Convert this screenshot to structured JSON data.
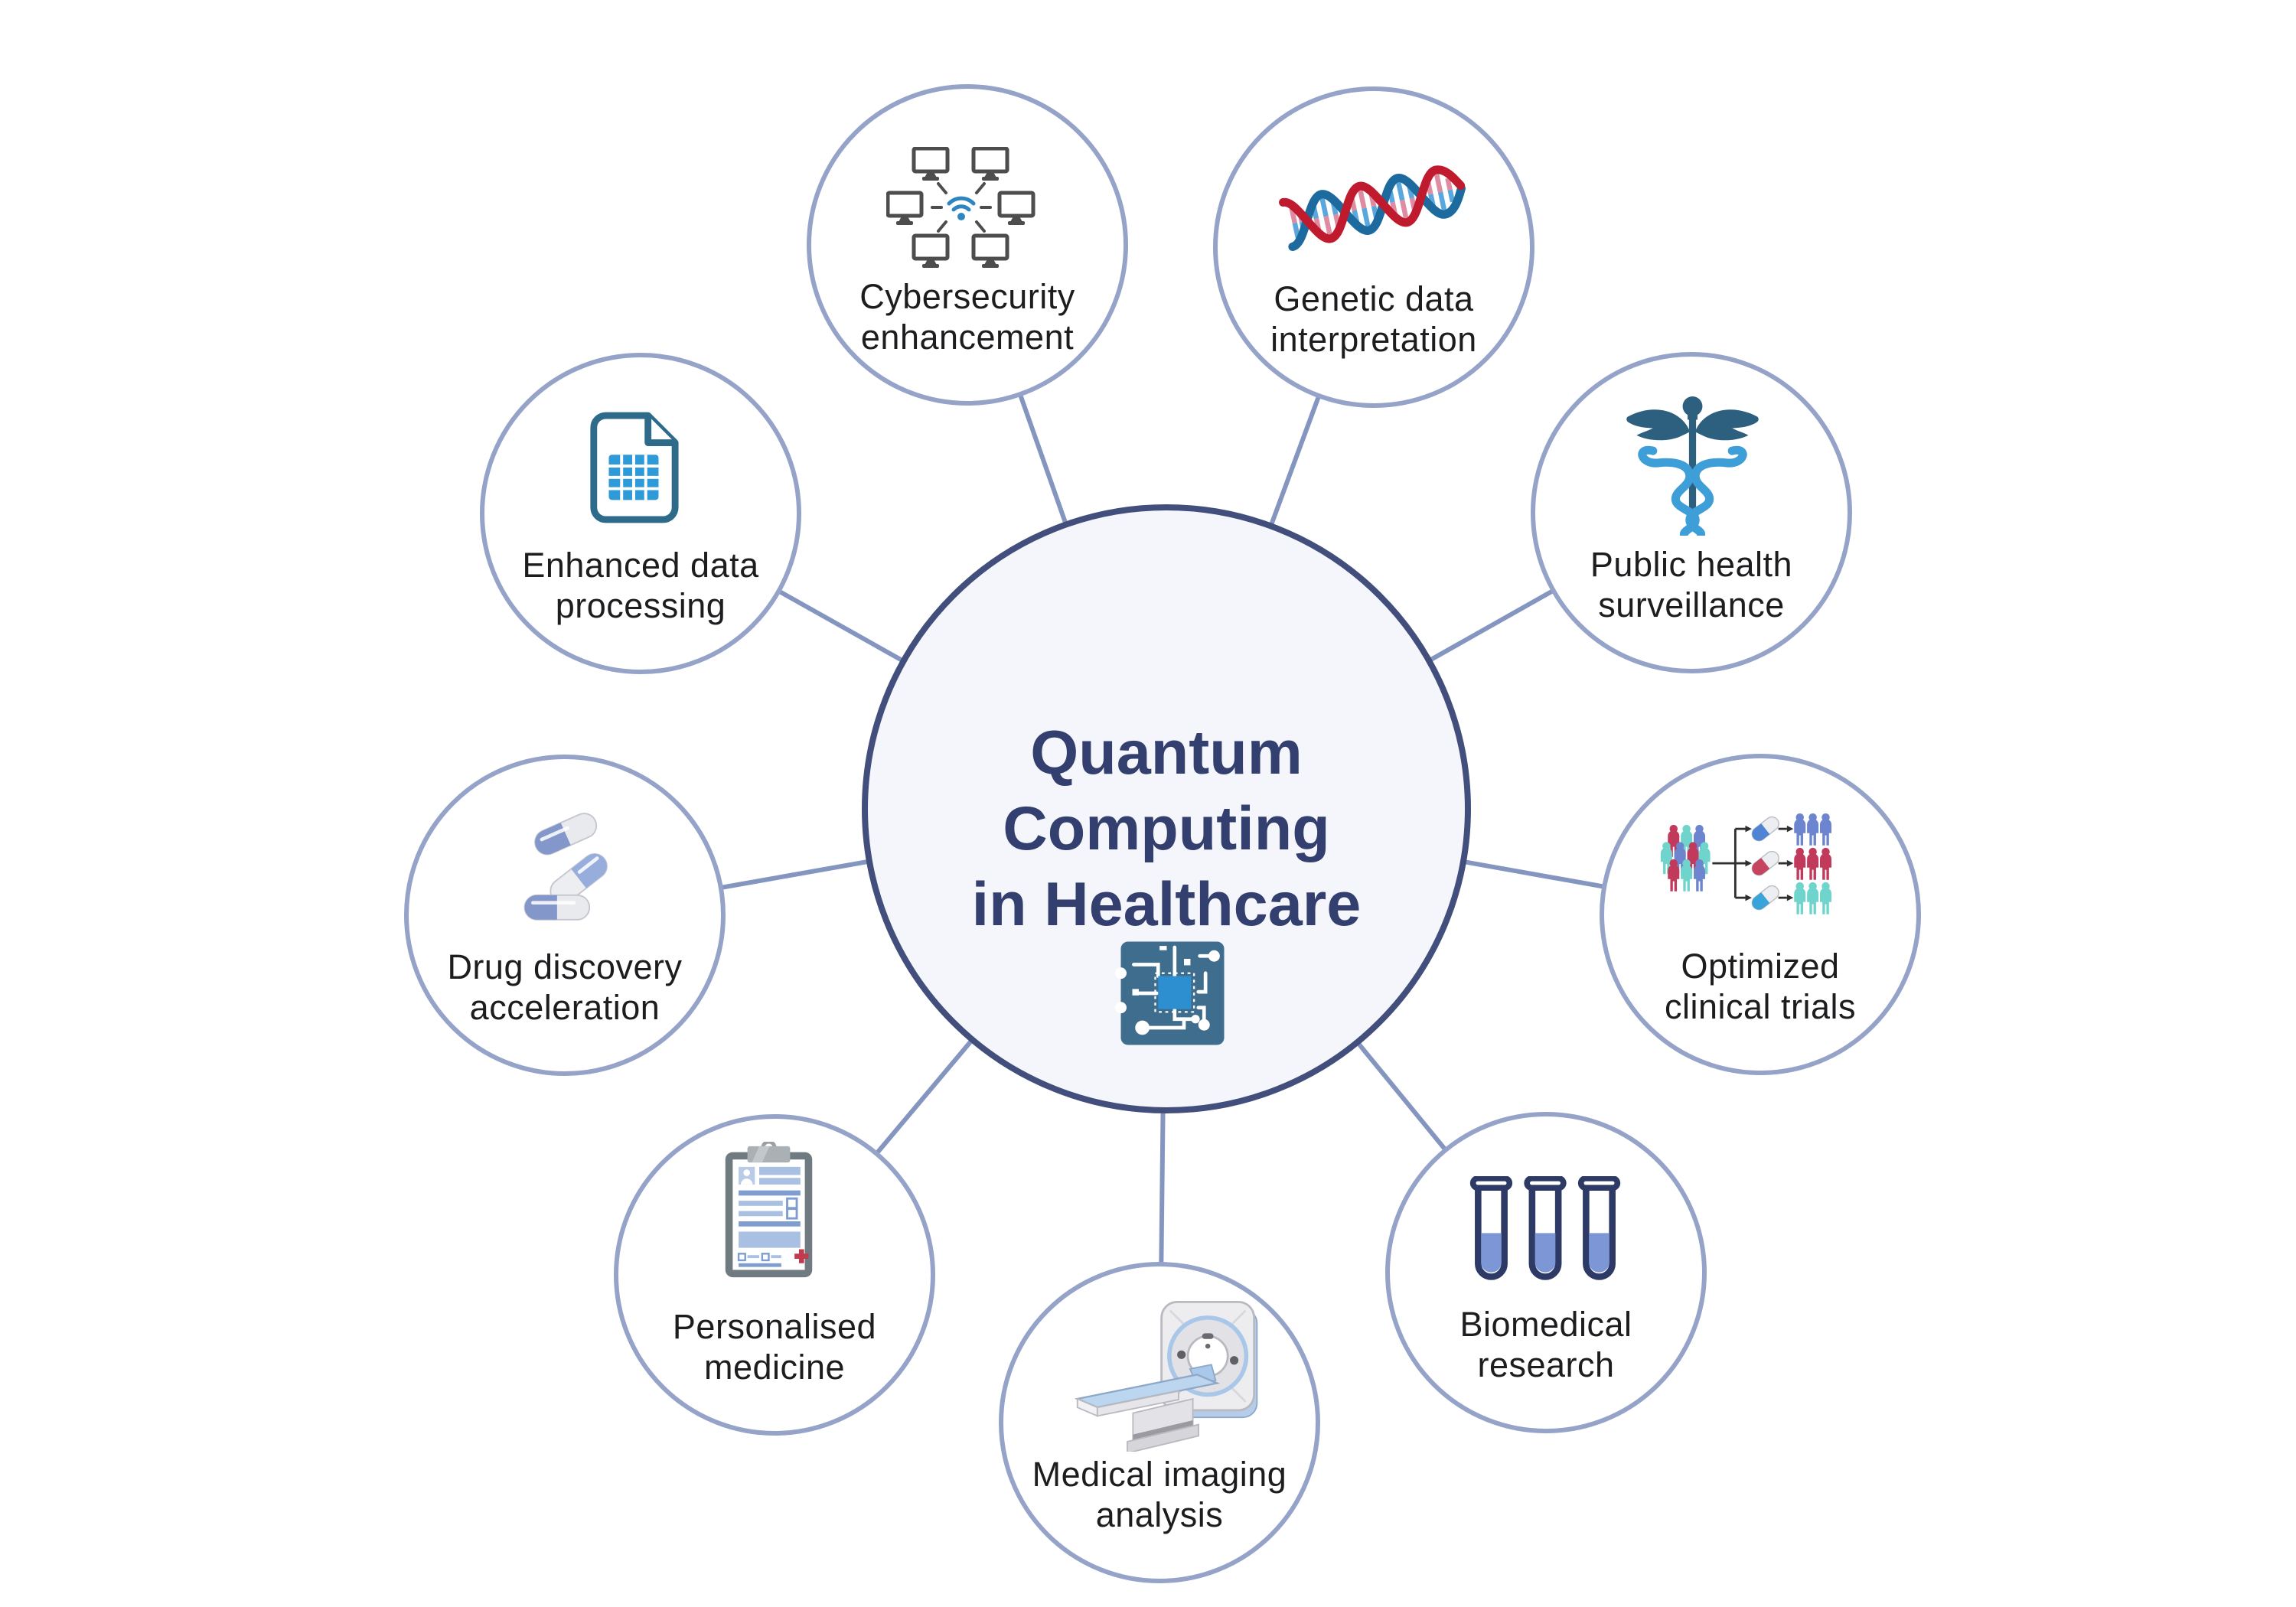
{
  "title": {
    "text": "Quantum Computing in Healthcare",
    "lines": [
      "Quantum Computing",
      "in Healthcare"
    ]
  },
  "center_icon": "quantum-chip-circuit-icon",
  "colors": {
    "center_fill": "#f4f6fb",
    "center_border": "#424e7b",
    "satellite_border": "#95a3c9",
    "connector": "#8495c0",
    "title": "#333f6e",
    "label": "#1d1d1f",
    "chip_board": "#3f6d8e",
    "chip_core": "#2e8fd0"
  },
  "satellites": [
    {
      "id": "cybersecurity-enhancement",
      "label": "Cybersecurity enhancement",
      "lines": [
        "Cybersecurity",
        "enhancement"
      ],
      "icon": "computer-network-icon"
    },
    {
      "id": "genetic-data-interpretation",
      "label": "Genetic data interpretation",
      "lines": [
        "Genetic data",
        "interpretation"
      ],
      "icon": "dna-helix-icon"
    },
    {
      "id": "public-health-surveillance",
      "label": "Public health surveillance",
      "lines": [
        "Public health",
        "surveillance"
      ],
      "icon": "caduceus-icon"
    },
    {
      "id": "optimized-clinical-trials",
      "label": "Optimized clinical trials",
      "lines": [
        "Optimized",
        "clinical trials"
      ],
      "icon": "clinical-trial-cohorts-icon"
    },
    {
      "id": "biomedical-research",
      "label": "Biomedical research",
      "lines": [
        "Biomedical",
        "research"
      ],
      "icon": "test-tubes-icon"
    },
    {
      "id": "medical-imaging-analysis",
      "label": "Medical imaging analysis",
      "lines": [
        "Medical imaging",
        "analysis"
      ],
      "icon": "ct-scanner-icon"
    },
    {
      "id": "personalised-medicine",
      "label": "Personalised medicine",
      "lines": [
        "Personalised",
        "medicine"
      ],
      "icon": "medical-clipboard-icon"
    },
    {
      "id": "drug-discovery-acceleration",
      "label": "Drug discovery acceleration",
      "lines": [
        "Drug discovery",
        "acceleration"
      ],
      "icon": "capsule-pills-icon"
    },
    {
      "id": "enhanced-data-processing",
      "label": "Enhanced data processing",
      "lines": [
        "Enhanced data",
        "processing"
      ],
      "icon": "spreadsheet-document-icon"
    }
  ]
}
